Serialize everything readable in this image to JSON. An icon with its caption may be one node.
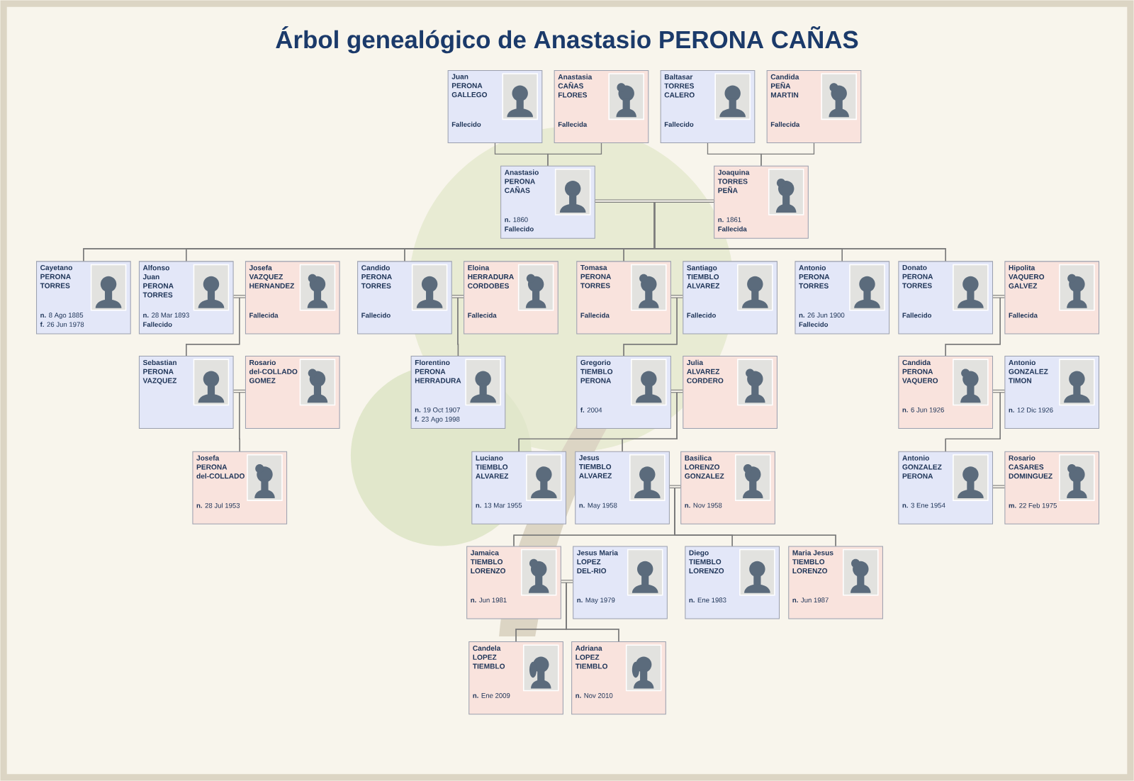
{
  "diagram": {
    "title": "Árbol genealógico de Anastasio PERONA CAÑAS",
    "nodes": [
      {
        "text": [
          "Juan PERONA GALLEGO",
          "Fallecido"
        ]
      },
      {
        "text": [
          "Anastasia CAÑAS FLORES",
          "Fallecida"
        ]
      },
      {
        "text": [
          "Baltasar TORRES CALERO",
          "Fallecido"
        ]
      },
      {
        "text": [
          "Candida PEÑA MARTIN",
          "Fallecida"
        ]
      },
      {
        "text": [
          "Anastasio PERONA CAÑAS",
          "**n.** 1860",
          "Fallecido"
        ]
      },
      {
        "text": [
          "Joaquina TORRES PEÑA",
          "**n.** 1861",
          "Fallecida"
        ]
      },
      {
        "text": [
          "Cayetano PERONA TORRES",
          "**n.** 8 Ago 1885",
          "**f.** 26 Jun 1978"
        ]
      },
      {
        "text": [
          "Alfonso Juan PERONA TORRES",
          "**n.** 28 Mar 1893",
          "Fallecido"
        ]
      },
      {
        "text": [
          "Josefa VAZQUEZ HERNANDEZ",
          "Fallecida"
        ]
      },
      {
        "text": [
          "Candido PERONA TORRES",
          "Fallecido"
        ]
      },
      {
        "text": [
          "Eloina HERRADURA CORDOBES",
          "Fallecida"
        ]
      },
      {
        "text": [
          "Tomasa PERONA TORRES",
          "Fallecida"
        ]
      },
      {
        "text": [
          "Santiago TIEMBLO ALVAREZ",
          "Fallecido"
        ]
      },
      {
        "text": [
          "Antonio PERONA TORRES",
          "**n.** 26 Jun 1900",
          "Fallecido"
        ]
      },
      {
        "text": [
          "Donato PERONA TORRES",
          "Fallecido"
        ]
      },
      {
        "text": [
          "Hipolita VAQUERO GALVEZ",
          "Fallecida"
        ]
      },
      {
        "text": [
          "Sebastian PERONA VAZQUEZ"
        ]
      },
      {
        "text": [
          "Rosario del-COLLADO GOMEZ"
        ]
      },
      {
        "text": [
          "Florentino PERONA HERRADURA",
          "**n.** 19 Oct 1907",
          "**f.** 23 Ago 1998"
        ]
      },
      {
        "text": [
          "Gregorio TIEMBLO PERONA",
          "**f.** 2004"
        ]
      },
      {
        "text": [
          "Julia ALVAREZ CORDERO"
        ]
      },
      {
        "text": [
          "Candida PERONA VAQUERO",
          "**n.** 6 Jun 1926"
        ]
      },
      {
        "text": [
          "Antonio GONZALEZ TIMON",
          "**n.** 12 Dic 1926"
        ]
      },
      {
        "text": [
          "Josefa PERONA del-COLLADO",
          "**n.** 28 Jul 1953"
        ]
      },
      {
        "text": [
          "Luciano TIEMBLO ALVAREZ",
          "**n.** 13 Mar 1955"
        ]
      },
      {
        "text": [
          "Jesus TIEMBLO ALVAREZ",
          "**n.** May 1958"
        ]
      },
      {
        "text": [
          "Basilica LORENZO GONZALEZ",
          "**n.** Nov 1958"
        ]
      },
      {
        "text": [
          "Antonio GONZALEZ PERONA",
          "**n.** 3 Ene 1954"
        ]
      },
      {
        "text": [
          "Rosario CASARES DOMINGUEZ",
          "**m.** 22 Feb 1975"
        ]
      },
      {
        "text": [
          "Jamaica TIEMBLO LORENZO",
          "**n.** Jun 1981"
        ]
      },
      {
        "text": [
          "Jesus Maria LOPEZ DEL-RIO",
          "**n.** May 1979"
        ]
      },
      {
        "text": [
          "Diego TIEMBLO LORENZO",
          "**n.** Ene 1983"
        ]
      },
      {
        "text": [
          "Maria Jesus TIEMBLO LORENZO",
          "**n.** Jun 1987"
        ]
      },
      {
        "text": [
          "Candela LOPEZ TIEMBLO",
          "**n.** Ene 2009"
        ]
      },
      {
        "text": [
          "Adriana LOPEZ TIEMBLO",
          "**n.** Nov 2010"
        ]
      }
    ],
    "edges": [
      {
        "from": 0,
        "to": 4,
        "arrow": "none"
      },
      {
        "from": 1,
        "to": 4,
        "arrow": "none"
      },
      {
        "from": 2,
        "to": 5,
        "arrow": "none"
      },
      {
        "from": 3,
        "to": 5,
        "arrow": "none"
      },
      {
        "from": 4,
        "to": 5,
        "arrow": "none",
        "style": "thick"
      },
      {
        "from": 4,
        "to": 6,
        "arrow": "none"
      },
      {
        "from": 5,
        "to": 6,
        "arrow": "none"
      },
      {
        "from": 4,
        "to": 7,
        "arrow": "none"
      },
      {
        "from": 5,
        "to": 7,
        "arrow": "none"
      },
      {
        "from": 4,
        "to": 9,
        "arrow": "none"
      },
      {
        "from": 5,
        "to": 9,
        "arrow": "none"
      },
      {
        "from": 4,
        "to": 11,
        "arrow": "none"
      },
      {
        "from": 5,
        "to": 11,
        "arrow": "none"
      },
      {
        "from": 4,
        "to": 13,
        "arrow": "none"
      },
      {
        "from": 5,
        "to": 13,
        "arrow": "none"
      },
      {
        "from": 4,
        "to": 14,
        "arrow": "none"
      },
      {
        "from": 5,
        "to": 14,
        "arrow": "none"
      },
      {
        "from": 7,
        "to": 8,
        "arrow": "none",
        "style": "thick"
      },
      {
        "from": 7,
        "to": 16,
        "arrow": "none"
      },
      {
        "from": 8,
        "to": 16,
        "arrow": "none"
      },
      {
        "from": 9,
        "to": 10,
        "arrow": "none",
        "style": "thick"
      },
      {
        "from": 9,
        "to": 18,
        "arrow": "none"
      },
      {
        "from": 10,
        "to": 18,
        "arrow": "none"
      },
      {
        "from": 11,
        "to": 12,
        "arrow": "none",
        "style": "thick"
      },
      {
        "from": 11,
        "to": 19,
        "arrow": "none"
      },
      {
        "from": 12,
        "to": 19,
        "arrow": "none"
      },
      {
        "from": 14,
        "to": 15,
        "arrow": "none",
        "style": "thick"
      },
      {
        "from": 14,
        "to": 21,
        "arrow": "none"
      },
      {
        "from": 15,
        "to": 21,
        "arrow": "none"
      },
      {
        "from": 16,
        "to": 17,
        "arrow": "none",
        "style": "thick"
      },
      {
        "from": 16,
        "to": 23,
        "arrow": "none"
      },
      {
        "from": 17,
        "to": 23,
        "arrow": "none"
      },
      {
        "from": 19,
        "to": 20,
        "arrow": "none",
        "style": "thick"
      },
      {
        "from": 19,
        "to": 24,
        "arrow": "none"
      },
      {
        "from": 20,
        "to": 24,
        "arrow": "none"
      },
      {
        "from": 19,
        "to": 25,
        "arrow": "none"
      },
      {
        "from": 20,
        "to": 25,
        "arrow": "none"
      },
      {
        "from": 21,
        "to": 22,
        "arrow": "none",
        "style": "thick"
      },
      {
        "from": 21,
        "to": 27,
        "arrow": "none"
      },
      {
        "from": 22,
        "to": 27,
        "arrow": "none"
      },
      {
        "from": 25,
        "to": 26,
        "arrow": "none",
        "style": "thick"
      },
      {
        "from": 25,
        "to": 29,
        "arrow": "none"
      },
      {
        "from": 26,
        "to": 29,
        "arrow": "none"
      },
      {
        "from": 25,
        "to": 31,
        "arrow": "none"
      },
      {
        "from": 26,
        "to": 31,
        "arrow": "none"
      },
      {
        "from": 25,
        "to": 32,
        "arrow": "none"
      },
      {
        "from": 26,
        "to": 32,
        "arrow": "none"
      },
      {
        "from": 27,
        "to": 28,
        "arrow": "none",
        "style": "thick"
      },
      {
        "from": 29,
        "to": 30,
        "arrow": "none",
        "style": "thick"
      },
      {
        "from": 29,
        "to": 33,
        "arrow": "none"
      },
      {
        "from": 30,
        "to": 33,
        "arrow": "none"
      },
      {
        "from": 29,
        "to": 34,
        "arrow": "none"
      },
      {
        "from": 30,
        "to": 34,
        "arrow": "none"
      }
    ]
  }
}
